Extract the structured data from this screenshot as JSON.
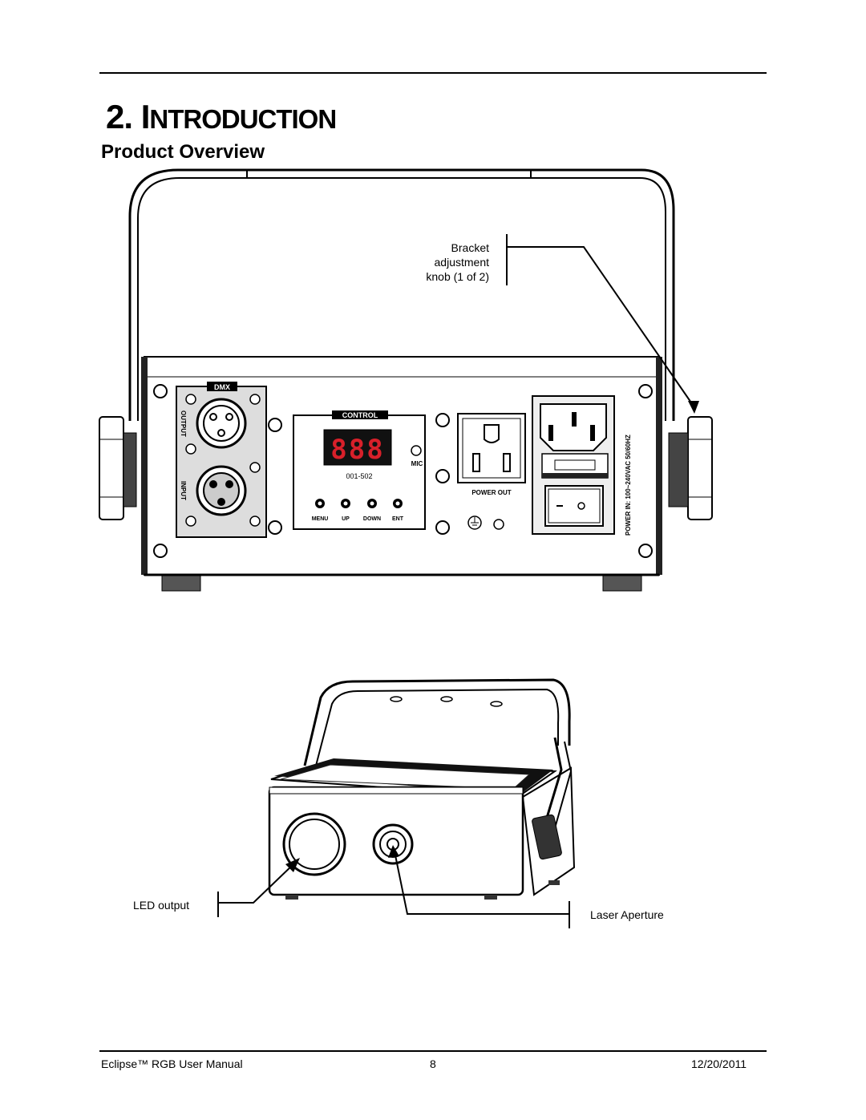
{
  "header": {
    "chapter_number": "2.",
    "chapter_title": "Introduction",
    "section_title": "Product Overview"
  },
  "rear_panel": {
    "callout": {
      "line1": "Bracket",
      "line2": "adjustment",
      "line3": "knob (1 of 2)"
    },
    "dmx_label": "DMX",
    "output_label": "OUTPUT",
    "input_label": "INPUT",
    "control_label": "CONTROL",
    "display_digits": "888",
    "mic_label": "MIC",
    "model_code": "001-502",
    "buttons": [
      "MENU",
      "UP",
      "DOWN",
      "ENT"
    ],
    "power_out_label": "POWER OUT",
    "power_in_label": "POWER IN: 100~240VAC 50/60HZ"
  },
  "front_view": {
    "led_callout": "LED output",
    "laser_callout": "Laser Aperture"
  },
  "footer": {
    "left": "Eclipse™ RGB User Manual",
    "center": "8",
    "right": "12/20/2011"
  },
  "colors": {
    "display_red": "#d8202a",
    "panel_gray": "#d9d9d9",
    "line": "#000000"
  }
}
